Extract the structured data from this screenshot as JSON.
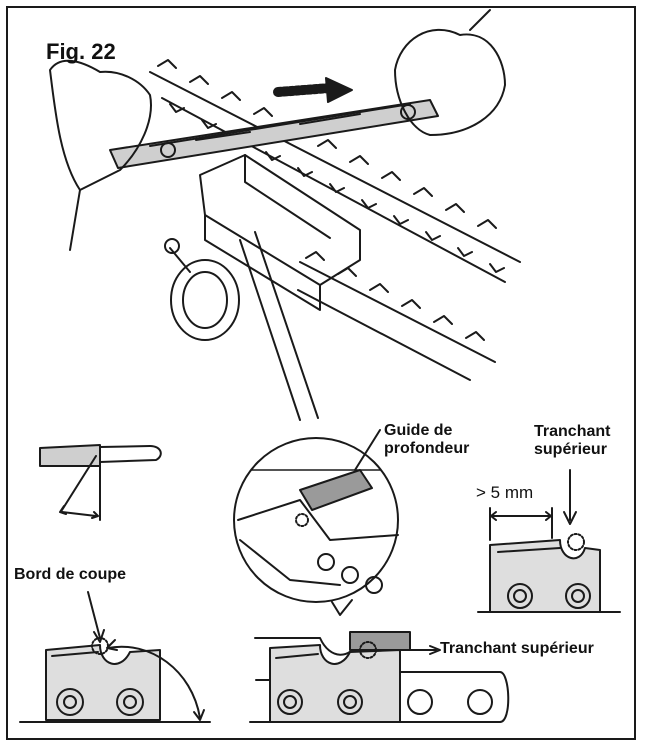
{
  "figure": {
    "title": "Fig. 22"
  },
  "labels": {
    "guide_line1": "Guide de",
    "guide_line2": "profondeur",
    "tranchant_right_line1": "Tranchant",
    "tranchant_right_line2": "supérieur",
    "measure": "> 5 mm",
    "bord_de_coupe": "Bord de coupe",
    "tranchant_bottom": "Tranchant supérieur"
  },
  "colors": {
    "line": "#1a1a1a",
    "tool_fill": "#cfcfcf",
    "guide_fill": "#9a9a9a",
    "background": "#ffffff"
  }
}
